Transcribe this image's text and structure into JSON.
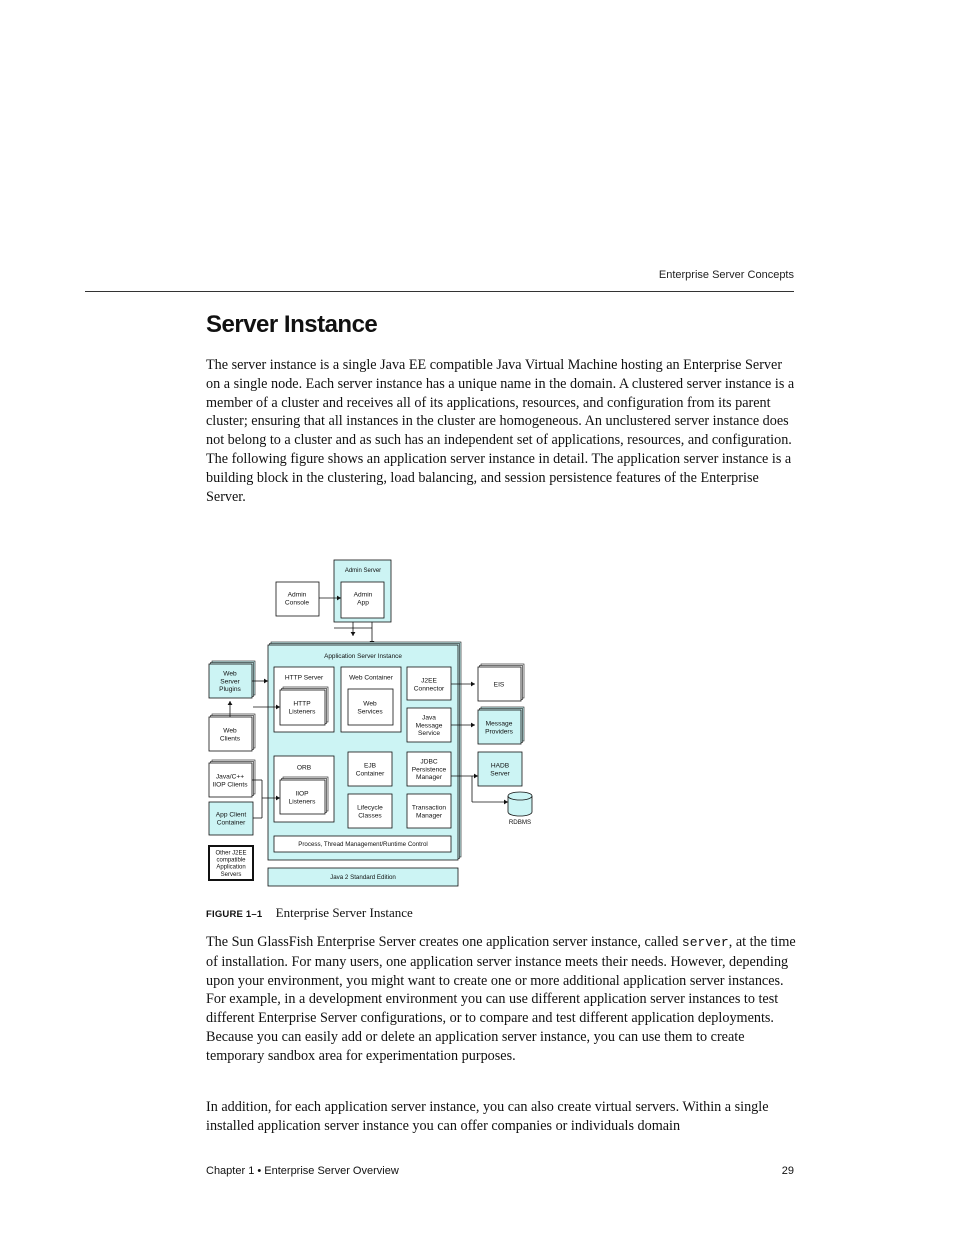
{
  "header": {
    "running_title": "Enterprise Server Concepts"
  },
  "section": {
    "title": "Server Instance"
  },
  "paragraphs": {
    "p1": "The server instance is a single Java EE compatible Java Virtual Machine hosting an Enterprise Server on a single node. Each server instance has a unique name in the domain. A clustered server instance is a member of a cluster and receives all of its applications, resources, and configuration from its parent cluster; ensuring that all instances in the cluster are homogeneous. An unclustered server instance does not belong to a cluster and as such has an independent set of applications, resources, and configuration. The following figure shows an application server instance in detail. The application server instance is a building block in the clustering, load balancing, and session persistence features of the Enterprise Server.",
    "p2_before": "The Sun GlassFish Enterprise Server creates one application server instance, called ",
    "p2_code": "server",
    "p2_after": ", at the time of installation. For many users, one application server instance meets their needs. However, depending upon your environment, you might want to create one or more additional application server instances. For example, in a development environment you can use different application server instances to test different Enterprise Server configurations, or to compare and test different application deployments. Because you can easily add or delete an application server instance, you can use them to create temporary sandbox area for experimentation purposes.",
    "p3": "In addition, for each application server instance, you can also create virtual servers. Within a single installed application server instance you can offer companies or individuals domain"
  },
  "figure": {
    "label": "FIGURE 1–1",
    "caption": "Enterprise Server Instance",
    "colors": {
      "fill": "#ccf4f4",
      "stroke": "#111111",
      "white": "#ffffff"
    },
    "diagram": {
      "admin_server": "Admin Server",
      "admin_app": [
        "Admin",
        "App"
      ],
      "admin_console": [
        "Admin",
        "Console"
      ],
      "app_server_instance": "Application Server Instance",
      "http_server": "HTTP Server",
      "http_listeners": [
        "HTTP",
        "Listeners"
      ],
      "web_container": "Web Container",
      "web_services": [
        "Web",
        "Services"
      ],
      "j2ee_connector": [
        "J2EE",
        "Connector"
      ],
      "java_message_service": [
        "Java",
        "Message",
        "Service"
      ],
      "orb": "ORB",
      "iiop_listeners": [
        "IIOP",
        "Listeners"
      ],
      "ejb_container": [
        "EJB",
        "Container"
      ],
      "jdbc_manager": [
        "JDBC",
        "Persistence",
        "Manager"
      ],
      "lifecycle_classes": [
        "Lifecycle",
        "Classes"
      ],
      "transaction_manager": [
        "Transaction",
        "Manager"
      ],
      "process_control": "Process, Thread Management/Runtime Control",
      "java2se": "Java 2 Standard Edition",
      "web_server_plugins": [
        "Web",
        "Server",
        "Plugins"
      ],
      "web_clients": [
        "Web",
        "Clients"
      ],
      "javacpp_clients": [
        "Java/C++",
        "IIOP Clients"
      ],
      "app_client_container": [
        "App Client",
        "Container"
      ],
      "other_j2ee": [
        "Other J2EE",
        "compatible",
        "Application",
        "Servers"
      ],
      "eis": "EIS",
      "message_providers": [
        "Message",
        "Providers"
      ],
      "hadb_server": [
        "HADB",
        "Server"
      ],
      "rdbms": "RDBMS"
    }
  },
  "footer": {
    "chapter": "Chapter 1 • Enterprise Server Overview",
    "page_number": "29"
  }
}
